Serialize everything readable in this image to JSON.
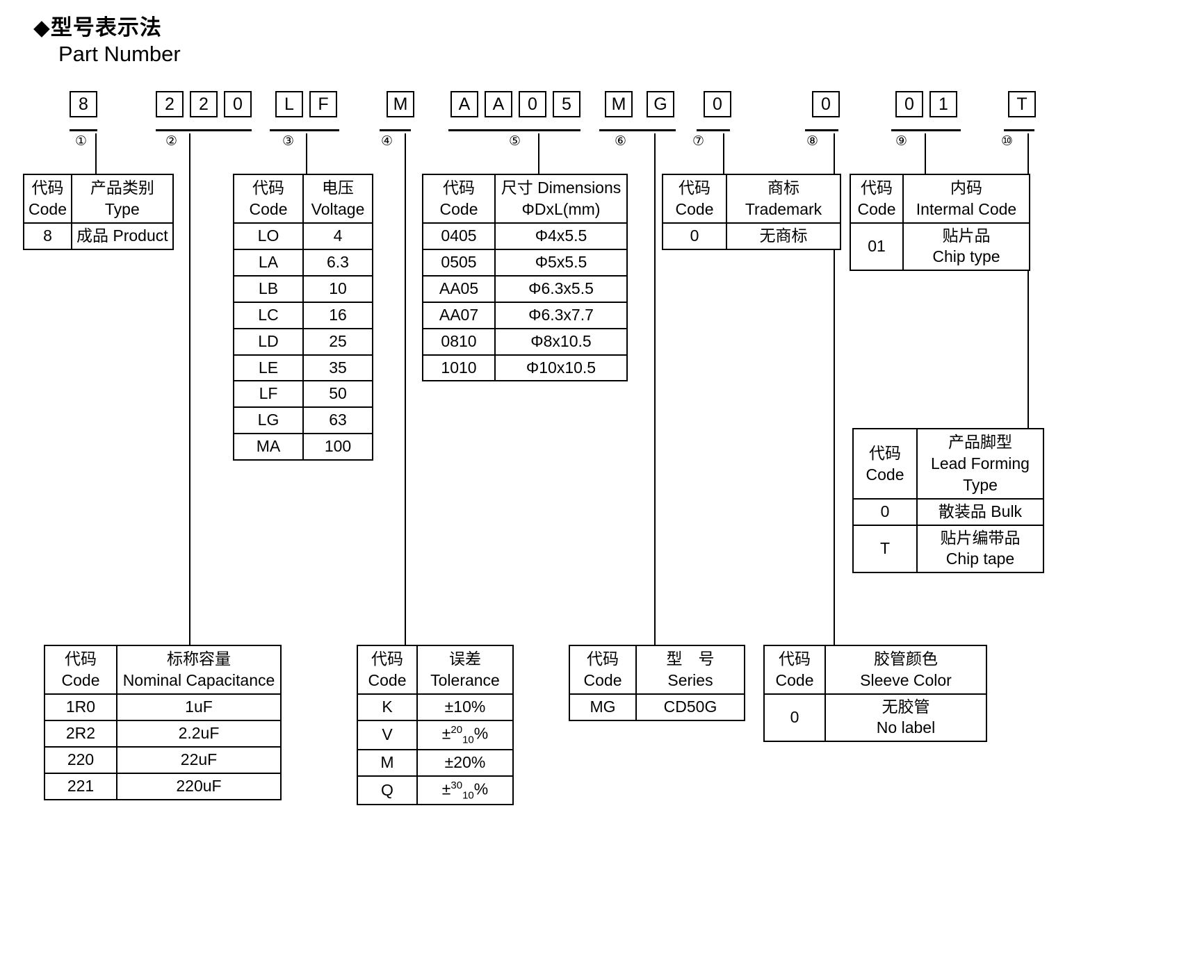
{
  "header": {
    "bullet": "◆",
    "title_cn": "型号表示法",
    "title_en": "Part Number"
  },
  "part_number": {
    "groups": [
      {
        "marker": "①",
        "chars": [
          "8"
        ]
      },
      {
        "marker": "②",
        "chars": [
          "2",
          "2",
          "0"
        ]
      },
      {
        "marker": "③",
        "chars": [
          "L",
          "F"
        ]
      },
      {
        "marker": "④",
        "chars": [
          "M"
        ]
      },
      {
        "marker": "⑤",
        "chars": [
          "A",
          "A",
          "0",
          "5"
        ]
      },
      {
        "marker": "⑥",
        "chars": [
          "M",
          "G"
        ]
      },
      {
        "marker": "⑦",
        "chars": [
          "0"
        ]
      },
      {
        "marker": "⑧",
        "chars": [
          "0"
        ]
      },
      {
        "marker": "⑨",
        "chars": [
          "0",
          "1"
        ]
      },
      {
        "marker": "⑩",
        "chars": [
          "T"
        ]
      }
    ]
  },
  "tables": {
    "type": {
      "header": {
        "code_cn": "代码",
        "code_en": "Code",
        "val_cn": "产品类别",
        "val_en": "Type"
      },
      "rows": [
        {
          "code": "8",
          "value": "成品 Product"
        }
      ]
    },
    "voltage": {
      "header": {
        "code_cn": "代码",
        "code_en": "Code",
        "val_cn": "电压",
        "val_en": "Voltage"
      },
      "rows": [
        {
          "code": "LO",
          "value": "4"
        },
        {
          "code": "LA",
          "value": "6.3"
        },
        {
          "code": "LB",
          "value": "10"
        },
        {
          "code": "LC",
          "value": "16"
        },
        {
          "code": "LD",
          "value": "25"
        },
        {
          "code": "LE",
          "value": "35"
        },
        {
          "code": "LF",
          "value": "50"
        },
        {
          "code": "LG",
          "value": "63"
        },
        {
          "code": "MA",
          "value": "100"
        }
      ]
    },
    "dimensions": {
      "header": {
        "code_cn": "代码",
        "code_en": "Code",
        "val_cn": "尺寸 Dimensions",
        "val_en": "ΦDxL(mm)"
      },
      "rows": [
        {
          "code": "0405",
          "value": "Φ4x5.5"
        },
        {
          "code": "0505",
          "value": "Φ5x5.5"
        },
        {
          "code": "AA05",
          "value": "Φ6.3x5.5"
        },
        {
          "code": "AA07",
          "value": "Φ6.3x7.7"
        },
        {
          "code": "0810",
          "value": "Φ8x10.5"
        },
        {
          "code": "1010",
          "value": "Φ10x10.5"
        }
      ]
    },
    "trademark": {
      "header": {
        "code_cn": "代码",
        "code_en": "Code",
        "val_cn": "商标",
        "val_en": "Trademark"
      },
      "rows": [
        {
          "code": "0",
          "value": "无商标"
        }
      ]
    },
    "internal_code": {
      "header": {
        "code_cn": "代码",
        "code_en": "Code",
        "val_cn": "内码",
        "val_en": "Intermal Code"
      },
      "rows": [
        {
          "code": "01",
          "value_cn": "贴片品",
          "value_en": "Chip type"
        }
      ]
    },
    "lead_forming": {
      "header": {
        "code_cn": "代码",
        "code_en": "Code",
        "val_cn": "产品脚型",
        "val_en": "Lead Forming",
        "val_en2": "Type"
      },
      "rows": [
        {
          "code": "0",
          "value_cn": "散装品 Bulk",
          "value_en": ""
        },
        {
          "code": "T",
          "value_cn": "贴片编带品",
          "value_en": "Chip tape"
        }
      ]
    },
    "capacitance": {
      "header": {
        "code_cn": "代码",
        "code_en": "Code",
        "val_cn": "标称容量",
        "val_en": "Nominal Capacitance"
      },
      "rows": [
        {
          "code": "1R0",
          "value": "1uF"
        },
        {
          "code": "2R2",
          "value": "2.2uF"
        },
        {
          "code": "220",
          "value": "22uF"
        },
        {
          "code": "221",
          "value": "220uF"
        }
      ]
    },
    "tolerance": {
      "header": {
        "code_cn": "代码",
        "code_en": "Code",
        "val_cn": "误差",
        "val_en": "Tolerance"
      },
      "rows": [
        {
          "code": "K",
          "value": "±10%",
          "sup": "",
          "sub": ""
        },
        {
          "code": "V",
          "value": "±",
          "sup": "20",
          "sub": "10",
          "suffix": "%"
        },
        {
          "code": "M",
          "value": "±20%",
          "sup": "",
          "sub": ""
        },
        {
          "code": "Q",
          "value": "±",
          "sup": "30",
          "sub": "10",
          "suffix": "%"
        }
      ]
    },
    "series": {
      "header": {
        "code_cn": "代码",
        "code_en": "Code",
        "val_cn": "型　号",
        "val_en": "Series"
      },
      "rows": [
        {
          "code": "MG",
          "value": "CD50G"
        }
      ]
    },
    "sleeve_color": {
      "header": {
        "code_cn": "代码",
        "code_en": "Code",
        "val_cn": "胶管颜色",
        "val_en": "Sleeve Color"
      },
      "rows": [
        {
          "code": "0",
          "value_cn": "无胶管",
          "value_en": "No label"
        }
      ]
    }
  }
}
